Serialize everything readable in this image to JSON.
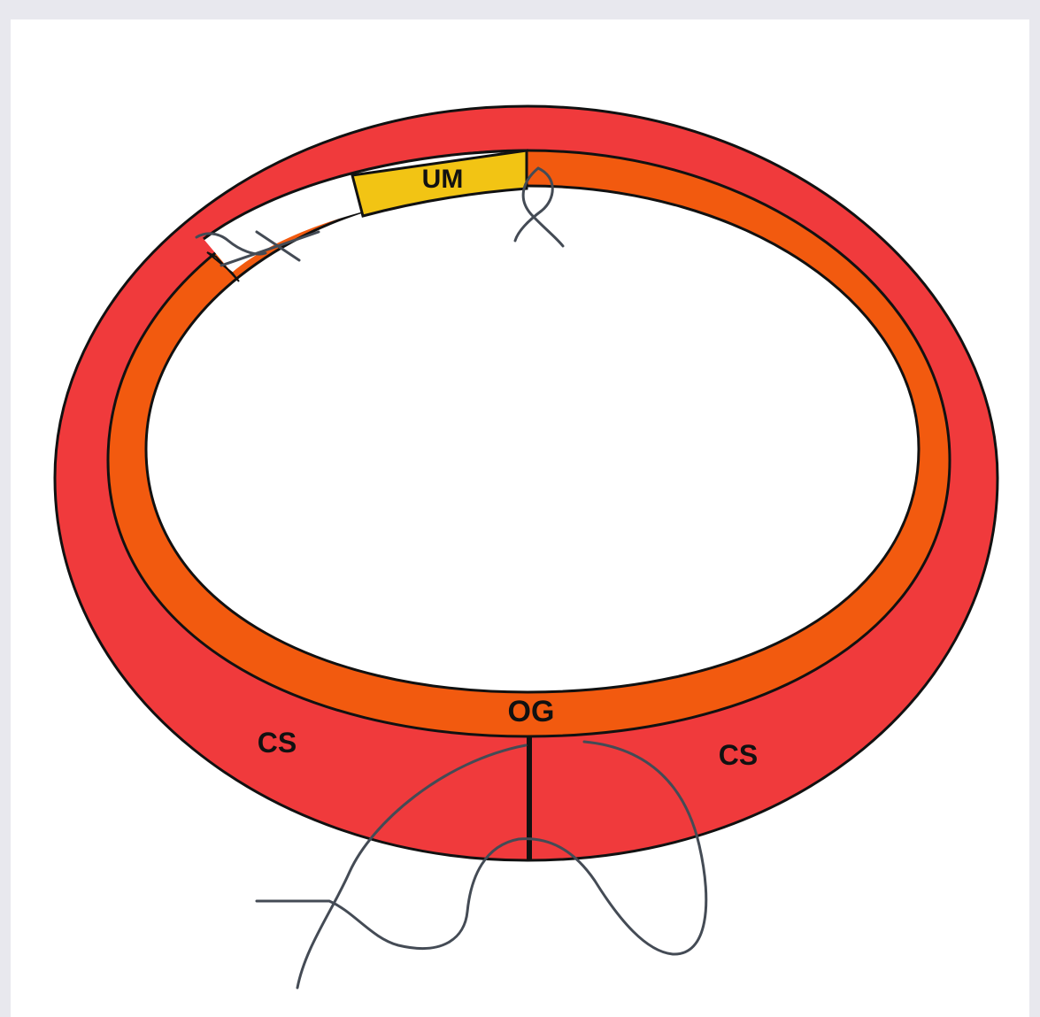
{
  "labels": {
    "um": "UM",
    "og": "OG",
    "cs_left": "CS",
    "cs_right": "CS"
  },
  "colors": {
    "outer_ring": "#f03a3c",
    "inner_ring": "#f25a0f",
    "um_segment": "#f2c414",
    "outline": "#111111",
    "suture": "#444b55",
    "background": "#e8e8ee",
    "canvas": "#ffffff"
  }
}
